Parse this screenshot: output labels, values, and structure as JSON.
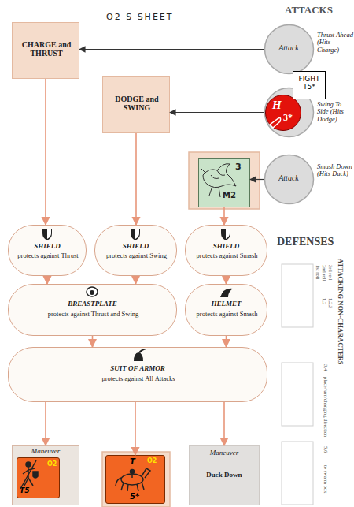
{
  "diagram": {
    "title": "O2 S SHEET",
    "nodes": [
      {
        "text": [
          "CHARGE and THRUST"
        ]
      },
      {
        "text": [
          "Attack",
          "Thrust Ahead (Hits Charge)"
        ]
      },
      {
        "text": [
          "DODGE and SWING"
        ]
      },
      {
        "text": [
          "Swing To Side (Hits Dodge)"
        ]
      },
      {
        "text": [
          "H",
          "3*"
        ],
        "in": 3
      },
      {
        "text": [
          "FIGHT T5*"
        ]
      },
      {
        "text": [
          "3",
          "M2"
        ]
      },
      {
        "text": [
          "Attack",
          "Smash Down (Hits Duck)"
        ]
      },
      {
        "text": [
          "SHIELD",
          "protects against Thrust"
        ]
      },
      {
        "text": [
          "SHIELD",
          "protects against Swing"
        ]
      },
      {
        "text": [
          "SHIELD",
          "protects against Smash"
        ]
      },
      {
        "text": [
          "BREASTPLATE",
          "protects against Thrust and Swing"
        ]
      },
      {
        "text": [
          "HELMET",
          "protects against Smash"
        ]
      },
      {
        "text": [
          "SUIT OF ARMOR",
          "protects against All Attacks"
        ]
      },
      {
        "text": [
          "Maneuver"
        ]
      },
      {
        "text": [
          "T5",
          "O2"
        ],
        "in": 14
      },
      {
        "text": [
          "T",
          "O2",
          "5*"
        ]
      },
      {
        "text": [
          "Maneuver",
          "Duck Down"
        ]
      }
    ],
    "edges": [
      {
        "from": 1,
        "to": 0,
        "arrow": "to"
      },
      {
        "from": 3,
        "to": 2,
        "arrow": "to"
      },
      {
        "from": 7,
        "to": 6,
        "arrow": "to"
      },
      {
        "from": 0,
        "to": 8,
        "arrow": "to"
      },
      {
        "from": 2,
        "to": 9,
        "arrow": "to"
      },
      {
        "from": 6,
        "to": 10,
        "arrow": "to"
      },
      {
        "from": 8,
        "to": 11,
        "arrow": "to"
      },
      {
        "from": 9,
        "to": 11,
        "arrow": "to"
      },
      {
        "from": 10,
        "to": 12,
        "arrow": "to"
      },
      {
        "from": 11,
        "to": 13,
        "arrow": "to"
      },
      {
        "from": 12,
        "to": 13,
        "arrow": "to"
      },
      {
        "from": 13,
        "to": 14,
        "arrow": "to"
      },
      {
        "from": 13,
        "to": 16,
        "arrow": "to"
      },
      {
        "from": 13,
        "to": 17,
        "arrow": "to"
      }
    ],
    "labels": [
      "ATTACKS",
      "DEFENSES",
      "ATTACKING NON-CHARACTERS",
      "1st roll",
      "2nd roll",
      "3rd roll",
      "1,2",
      "1,2,3",
      "3,4",
      "place/turn/changing direction",
      "5,6",
      "to swarm box"
    ]
  }
}
